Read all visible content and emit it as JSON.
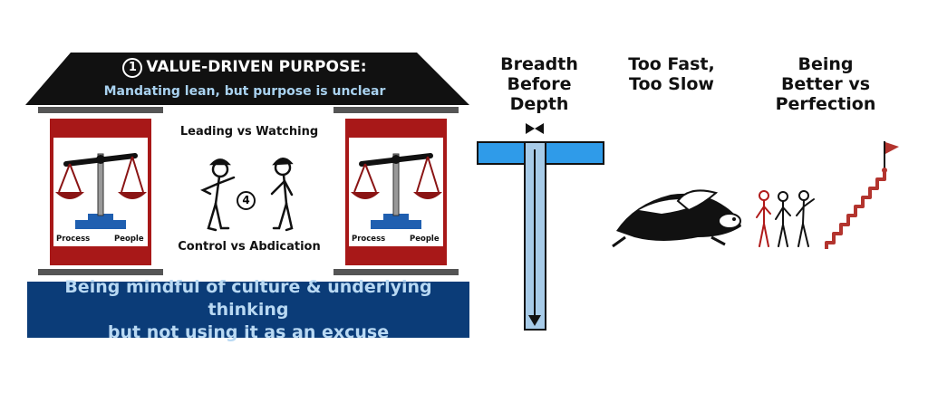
{
  "house": {
    "roof_number": "1",
    "roof_title": "VALUE-DRIVEN PURPOSE:",
    "roof_subtitle": "Mandating lean, but purpose is unclear",
    "left_pillar": {
      "label_left": "Process",
      "label_right": "People"
    },
    "right_pillar": {
      "label_left": "Process",
      "label_right": "People"
    },
    "center_top": "Leading vs Watching",
    "center_number": "4",
    "center_bottom": "Control vs Abdication",
    "banner_line1": "Being mindful of culture & underlying thinking",
    "banner_line2": "but not using it as an excuse"
  },
  "t_shape": {
    "title_lines": [
      "Breadth",
      "Before",
      "Depth"
    ]
  },
  "speed": {
    "title_lines": [
      "Too Fast,",
      "Too Slow"
    ]
  },
  "better": {
    "title_lines": [
      "Being",
      "Better vs",
      "Perfection"
    ]
  },
  "colors": {
    "roof": "#111111",
    "pillar_red": "#b01a1a",
    "banner_blue": "#0b3c78",
    "t_blue": "#2f9be9",
    "t_stem": "#a7cbe8",
    "stair_red": "#b3342e"
  }
}
